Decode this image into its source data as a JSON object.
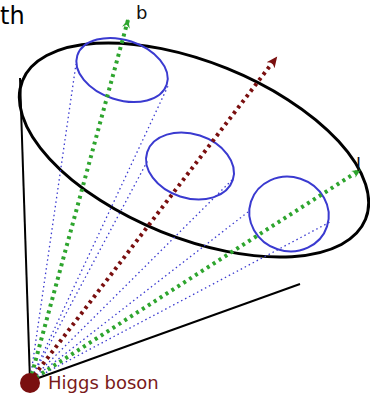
{
  "diagram": {
    "labels": [
      "th",
      "b",
      "l",
      "Higgs boson"
    ]
  }
}
